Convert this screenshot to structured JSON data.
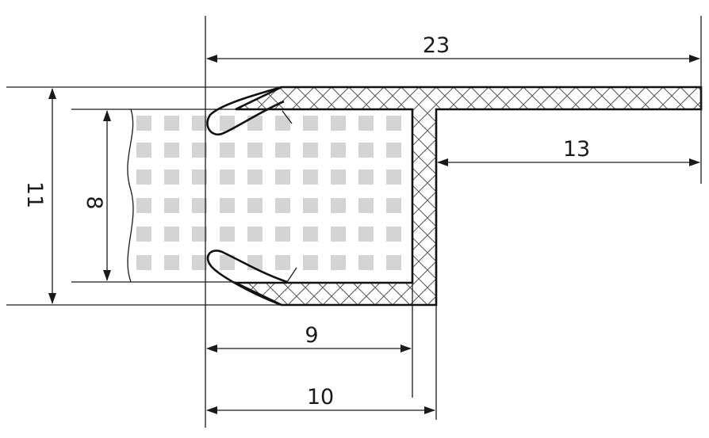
{
  "dimensions": {
    "overall_width": "23",
    "flange_width": "13",
    "overall_height": "11",
    "insert_height": "8",
    "inner_depth": "9",
    "outer_depth": "10"
  }
}
